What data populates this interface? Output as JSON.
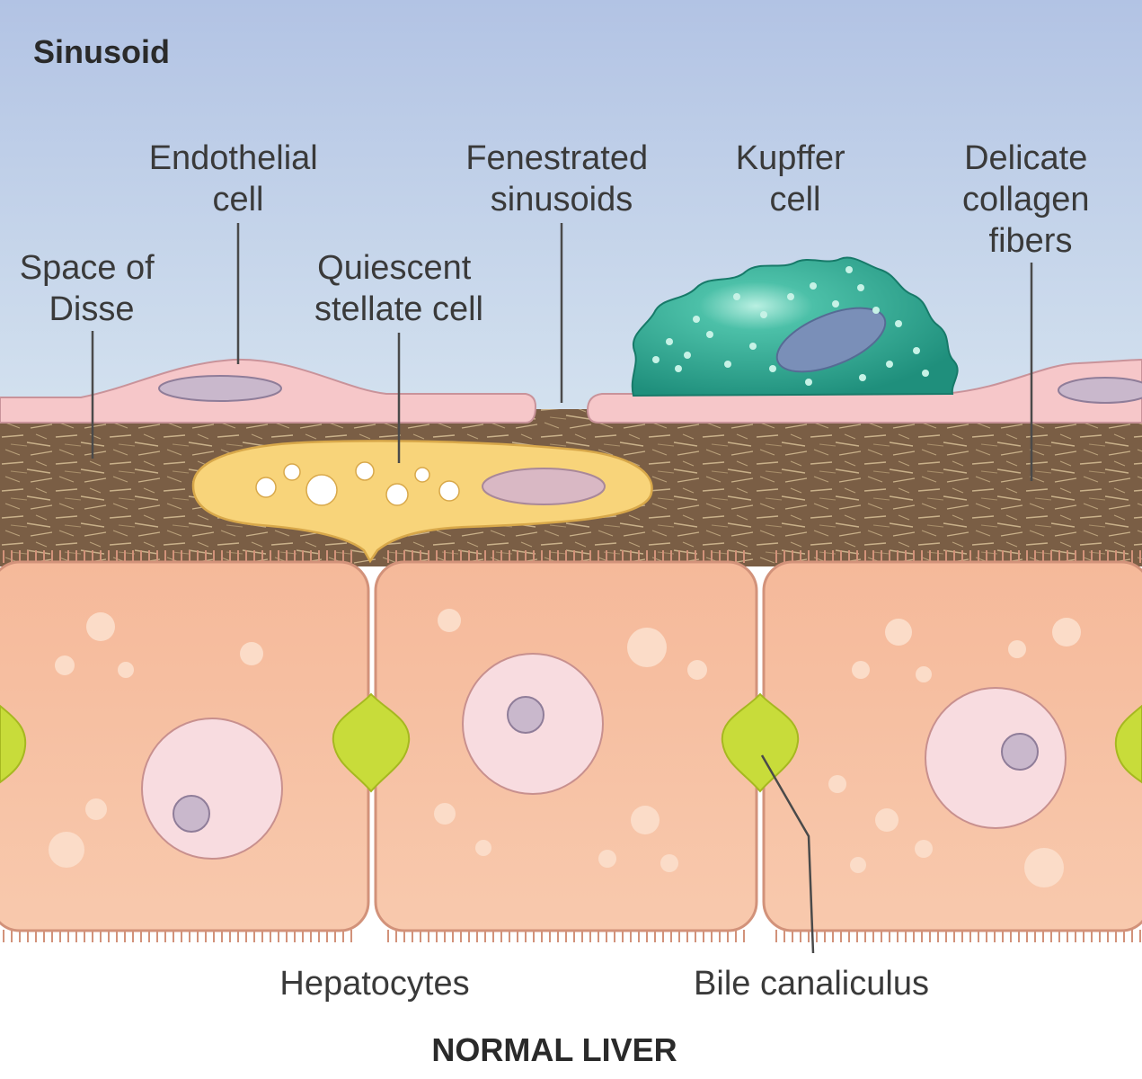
{
  "diagram": {
    "region_label": "Sinusoid",
    "caption": "NORMAL LIVER",
    "labels": {
      "endothelial_cell": [
        "Endothelial",
        "cell"
      ],
      "fenestrated_sinusoids": [
        "Fenestrated",
        "sinusoids"
      ],
      "kupffer_cell": [
        "Kupffer",
        "cell"
      ],
      "collagen_fibers": [
        "Delicate",
        "collagen",
        "fibers"
      ],
      "space_of_disse": [
        "Space of",
        "Disse"
      ],
      "stellate_cell": [
        "Quiescent",
        "stellate cell"
      ],
      "hepatocytes": "Hepatocytes",
      "bile_canaliculus": "Bile canaliculus"
    },
    "colors": {
      "sinusoid": "#b8c8e6",
      "endothelium": "#f6c7c9",
      "space_of_disse": "#7a5e45",
      "stellate_cell": "#f8d47a",
      "kupffer_cell": "#2ea38e",
      "hepatocyte": "#f6c0a0",
      "bile_canaliculus": "#c8dc3a",
      "nucleus": "#f8dce0",
      "nucleolus": "#c9b8cc"
    }
  }
}
